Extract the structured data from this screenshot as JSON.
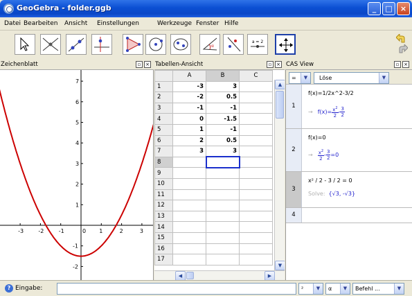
{
  "window": {
    "title": "GeoGebra - folder.ggb"
  },
  "menu": [
    "Datei",
    "Bearbeiten",
    "Ansicht",
    "Einstellungen",
    "Werkzeuge",
    "Fenster",
    "Hilfe"
  ],
  "toolbar": {
    "tools": [
      "move-tool-icon",
      "point-tool-icon",
      "line-tool-icon",
      "perpendicular-tool-icon",
      "polygon-tool-icon",
      "circle-tool-icon",
      "conic-tool-icon",
      "angle-tool-icon",
      "reflect-tool-icon",
      "slider-tool-icon",
      "move-view-tool-icon"
    ],
    "slider_text": "a = 2"
  },
  "panels": {
    "graphics": "Zeichenblatt",
    "spreadsheet": "Tabellen-Ansicht",
    "cas": "CAS View"
  },
  "graphics_axes": {
    "x_ticks": [
      "-3",
      "-2",
      "-1",
      "0",
      "1",
      "2",
      "3"
    ],
    "y_ticks": [
      "7",
      "6",
      "5",
      "4",
      "3",
      "2",
      "1",
      "-1",
      "-2"
    ],
    "curve_color": "#cc0000"
  },
  "spreadsheet": {
    "columns": [
      "A",
      "B",
      "C"
    ],
    "rows": [
      {
        "n": "1",
        "a": "-3",
        "b": "3"
      },
      {
        "n": "2",
        "a": "-2",
        "b": "0.5"
      },
      {
        "n": "3",
        "a": "-1",
        "b": "-1"
      },
      {
        "n": "4",
        "a": "0",
        "b": "-1.5"
      },
      {
        "n": "5",
        "a": "1",
        "b": "-1"
      },
      {
        "n": "6",
        "a": "2",
        "b": "0.5"
      },
      {
        "n": "7",
        "a": "3",
        "b": "3"
      },
      {
        "n": "8",
        "a": "",
        "b": ""
      },
      {
        "n": "9",
        "a": "",
        "b": ""
      },
      {
        "n": "10",
        "a": "",
        "b": ""
      },
      {
        "n": "11",
        "a": "",
        "b": ""
      },
      {
        "n": "12",
        "a": "",
        "b": ""
      },
      {
        "n": "13",
        "a": "",
        "b": ""
      },
      {
        "n": "14",
        "a": "",
        "b": ""
      },
      {
        "n": "15",
        "a": "",
        "b": ""
      },
      {
        "n": "16",
        "a": "",
        "b": ""
      },
      {
        "n": "17",
        "a": "",
        "b": ""
      }
    ]
  },
  "cas": {
    "operator": "=",
    "command": "Löse",
    "rows": [
      {
        "n": "1",
        "input": "f(x)=1/2x^2-3/2",
        "out_lhs": "f(x)=",
        "out_num1": "x",
        "out_exp": "2",
        "out_den1": "2",
        "out_minus": "-",
        "out_num2": "3",
        "out_den2": "2"
      },
      {
        "n": "2",
        "input": "f(x)=0",
        "out_num1": "x",
        "out_exp": "2",
        "out_den1": "2",
        "out_minus": "-",
        "out_num2": "3",
        "out_den2": "2",
        "out_rhs": "=0"
      },
      {
        "n": "3",
        "input": "x² / 2 - 3 / 2 = 0",
        "out_prefix": "Solve:",
        "out": "{√3, -√3}"
      },
      {
        "n": "4",
        "input": ""
      }
    ]
  },
  "inputbar": {
    "label": "Eingabe:",
    "value": "",
    "symbol1": "²",
    "symbol2": "α",
    "command": "Befehl ..."
  }
}
